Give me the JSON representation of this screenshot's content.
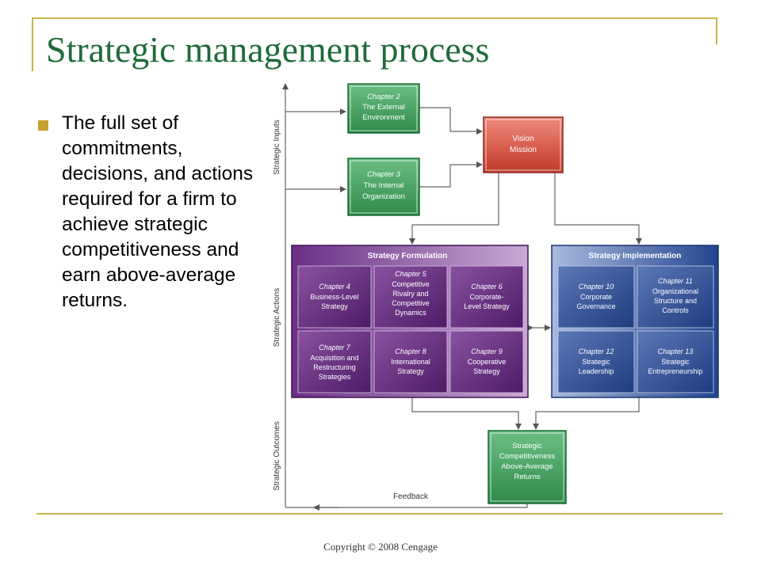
{
  "slide": {
    "title": "Strategic management process",
    "bullet": "The full set of commitments, decisions, and actions required for a firm to achieve strategic competitiveness and earn above-average returns.",
    "copyright": "Copyright © 2008 Cengage"
  },
  "diagram": {
    "side_labels": {
      "inputs": "Strategic Inputs",
      "actions": "Strategic Actions",
      "outcomes": "Strategic Outcomes"
    },
    "input_boxes": [
      {
        "chapter": "Chapter 2",
        "lines": [
          "The External",
          "Environment"
        ]
      },
      {
        "chapter": "Chapter 3",
        "lines": [
          "The Internal",
          "Organization"
        ]
      }
    ],
    "vision_box": {
      "lines": [
        "Vision",
        "Mission"
      ]
    },
    "formulation": {
      "header": "Strategy Formulation",
      "cells": [
        {
          "chapter": "Chapter 4",
          "lines": [
            "Business-Level",
            "Strategy"
          ]
        },
        {
          "chapter": "Chapter 5",
          "lines": [
            "Competitive",
            "Rivalry and",
            "Competitive",
            "Dynamics"
          ]
        },
        {
          "chapter": "Chapter 6",
          "lines": [
            "Corporate-",
            "Level Strategy"
          ]
        },
        {
          "chapter": "Chapter 7",
          "lines": [
            "Acquisition and",
            "Restructuring",
            "Strategies"
          ]
        },
        {
          "chapter": "Chapter 8",
          "lines": [
            "International",
            "Strategy"
          ]
        },
        {
          "chapter": "Chapter 9",
          "lines": [
            "Cooperative",
            "Strategy"
          ]
        }
      ]
    },
    "implementation": {
      "header": "Strategy Implementation",
      "cells": [
        {
          "chapter": "Chapter 10",
          "lines": [
            "Corporate",
            "Governance"
          ]
        },
        {
          "chapter": "Chapter 11",
          "lines": [
            "Organizational",
            "Structure and",
            "Controls"
          ]
        },
        {
          "chapter": "Chapter 12",
          "lines": [
            "Strategic",
            "Leadership"
          ]
        },
        {
          "chapter": "Chapter 13",
          "lines": [
            "Strategic",
            "Entrepreneurship"
          ]
        }
      ]
    },
    "outcome_box": {
      "lines": [
        "Strategic",
        "Competitiveness",
        "Above-Average",
        "Returns"
      ]
    },
    "feedback_label": "Feedback",
    "colors": {
      "green": "#2e8a4a",
      "red": "#c0392b",
      "purple": "#5a2473",
      "blue": "#23458f"
    }
  }
}
